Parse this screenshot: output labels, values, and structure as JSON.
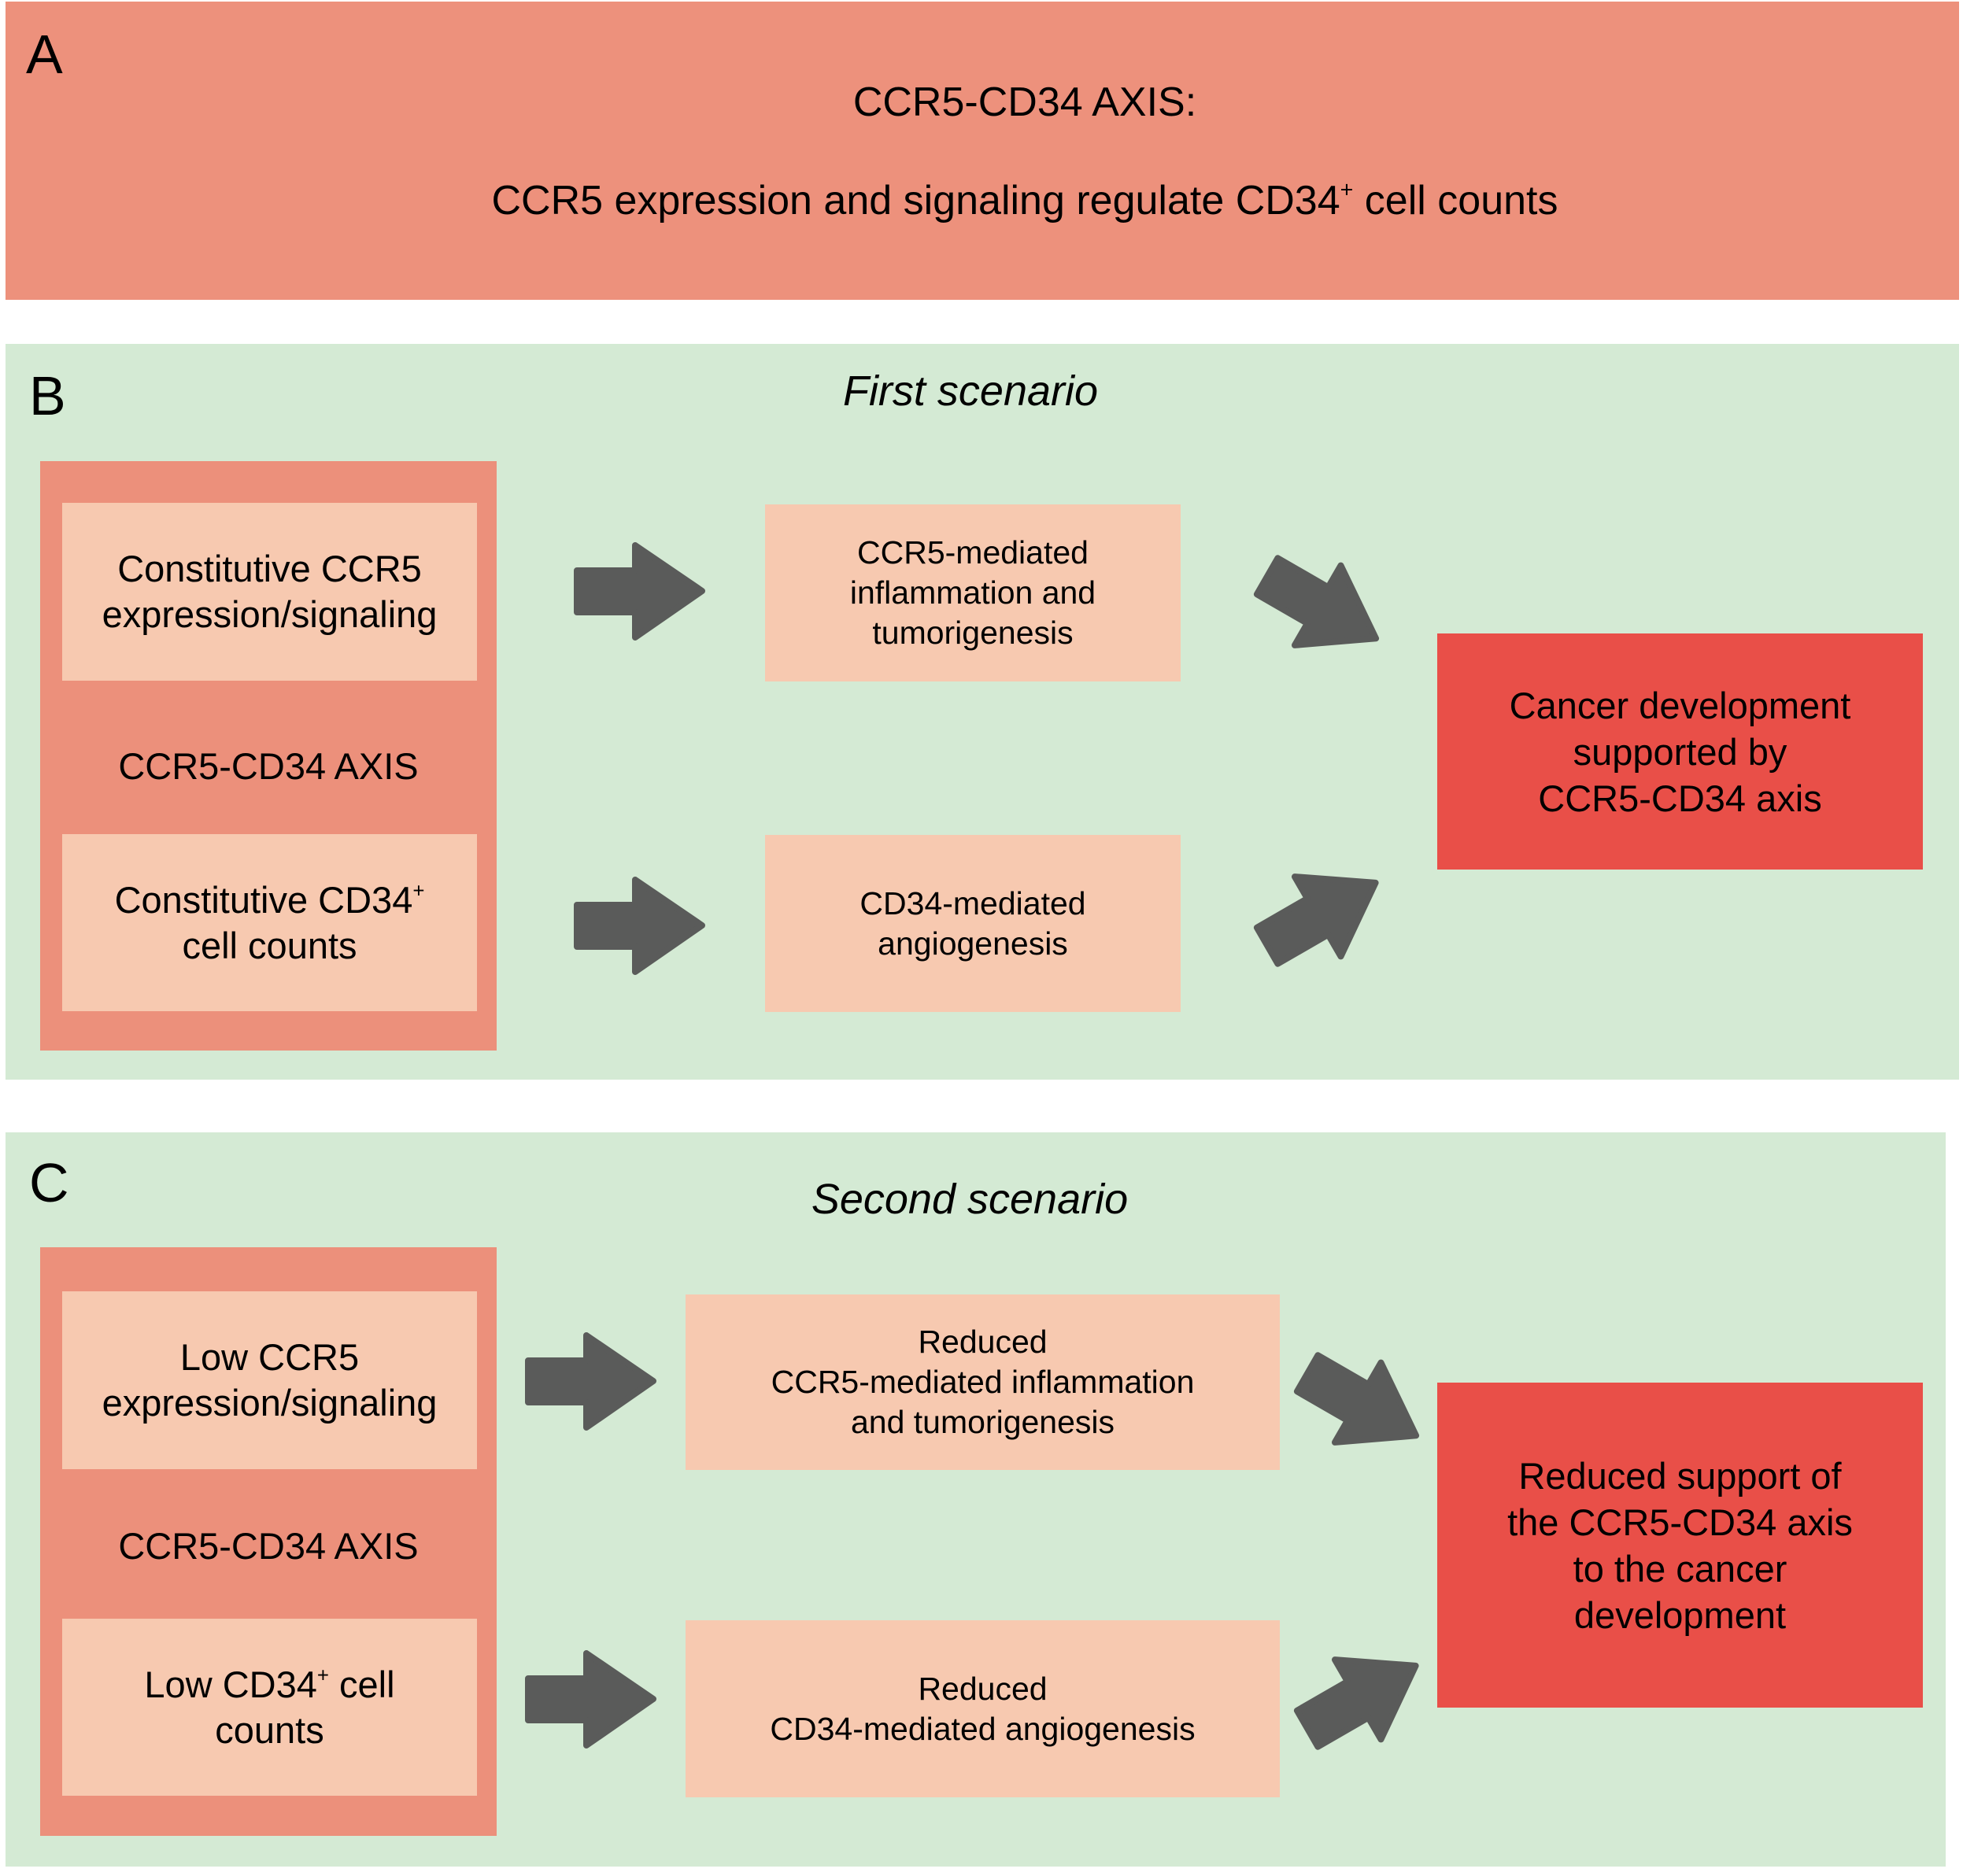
{
  "colors": {
    "axis_panel": "#ED917C",
    "scenario_panel": "#D4EAD4",
    "axis_box": "#EC907B",
    "step_box": "#F7C9B0",
    "outcome_box": "#E94F48",
    "arrow": "#5A5B5A"
  },
  "panel_a": {
    "label": "A",
    "title": "CCR5-CD34 AXIS:",
    "subtitle": {
      "text": "CCR5 expression and signaling regulate CD34",
      "sup": "+",
      "tail": " cell counts"
    }
  },
  "panel_b": {
    "label": "B",
    "scenario": "First scenario",
    "axis_label": "CCR5-CD34 AXIS",
    "cause_top": {
      "lines": [
        {
          "text": "Constitutive CCR5"
        },
        {
          "text": "expression/signaling"
        }
      ]
    },
    "cause_bottom": {
      "lines": [
        {
          "text": "Constitutive CD34",
          "sup": "+"
        },
        {
          "text": "cell counts"
        }
      ]
    },
    "effect_top": {
      "lines": [
        "CCR5-mediated",
        "inflammation and",
        "tumorigenesis"
      ]
    },
    "effect_bottom": {
      "lines": [
        "CD34-mediated",
        "angiogenesis"
      ]
    },
    "outcome": {
      "lines": [
        "Cancer development",
        "supported by",
        "CCR5-CD34 axis"
      ]
    }
  },
  "panel_c": {
    "label": "C",
    "scenario": "Second scenario",
    "axis_label": "CCR5-CD34 AXIS",
    "cause_top": {
      "lines": [
        {
          "text": "Low CCR5"
        },
        {
          "text": "expression/signaling"
        }
      ]
    },
    "cause_bottom": {
      "lines": [
        {
          "text": "Low CD34",
          "sup": "+",
          "tail": " cell"
        },
        {
          "text": "counts"
        }
      ]
    },
    "effect_top": {
      "lines": [
        "Reduced",
        "CCR5-mediated inflammation",
        "and tumorigenesis"
      ]
    },
    "effect_bottom": {
      "lines": [
        "Reduced",
        "CD34-mediated angiogenesis"
      ]
    },
    "outcome": {
      "lines": [
        "Reduced support of",
        "the CCR5-CD34 axis",
        "to the cancer",
        "development"
      ]
    }
  }
}
